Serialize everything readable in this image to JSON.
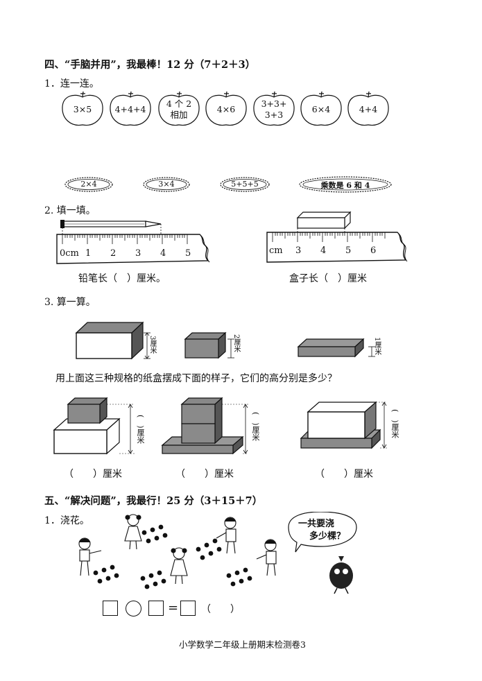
{
  "section4": {
    "title": "四、“手脑并用”，我最棒！12 分（7＋2＋3）",
    "q1": {
      "label": "1．连一连。",
      "apples": [
        {
          "line1": "3×5",
          "line2": ""
        },
        {
          "line1": "4+4+4",
          "line2": ""
        },
        {
          "line1": "4 个 2",
          "line2": "相加"
        },
        {
          "line1": "4×6",
          "line2": ""
        },
        {
          "line1": "3+3+",
          "line2": "3+3"
        },
        {
          "line1": "6×4",
          "line2": ""
        },
        {
          "line1": "4+4",
          "line2": ""
        }
      ],
      "ovals": [
        "2×4",
        "3×4",
        "5+5+5",
        "乘数是 6 和 4"
      ]
    },
    "q2": {
      "label": "2. 填一填。",
      "ruler1_ticks": [
        "0cm",
        "1",
        "2",
        "3",
        "4",
        "5"
      ],
      "ruler2_ticks": [
        "cm",
        "3",
        "4",
        "5",
        "6"
      ],
      "pencil_caption": "铅笔长（　）厘米。",
      "box_caption": "盒子长（　）厘米"
    },
    "q3": {
      "label": "3. 算一算。",
      "box_heights": [
        "3厘米",
        "2厘米",
        "1厘米"
      ],
      "question": "用上面这三种规格的纸盒摆成下面的样子，它们的高分别是多少？",
      "stack_side_label": "(　)厘米",
      "answers": [
        "（　　）厘米",
        "（　　）厘米",
        "（　　）厘米"
      ]
    }
  },
  "section5": {
    "title": "五、“解决问题”，我最行！25 分（3＋15＋7）",
    "q1": {
      "label": "1．浇花。",
      "speech": [
        "一共要浇",
        "多少棵？"
      ],
      "equation_paren": "（　　）"
    }
  },
  "footer": "小学数学二年级上册期末检测卷3"
}
